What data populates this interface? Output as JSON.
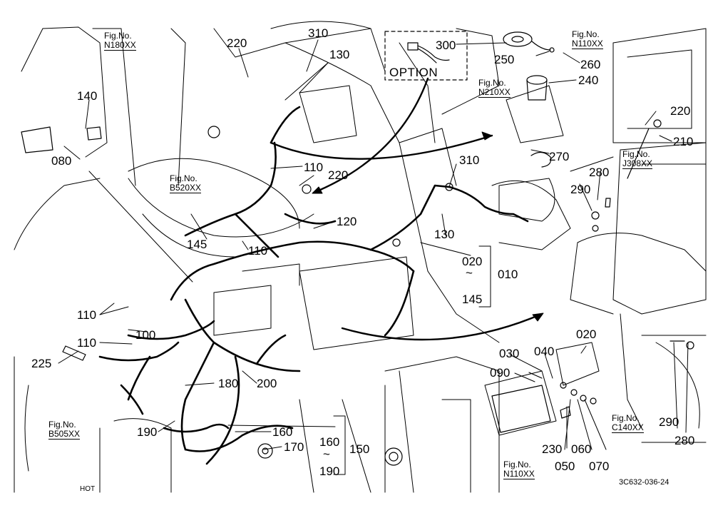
{
  "option_label": "OPTION",
  "drawing_code": "3C632-036-24",
  "hot_label": "HOT",
  "tilde": "~",
  "fig_prefix": "Fig.No.",
  "fig_refs": {
    "n180": "N180XX",
    "n110_top": "N110XX",
    "n210": "N210XX",
    "b520": "B520XX",
    "j308": "J308XX",
    "b505": "B505XX",
    "c140": "C140XX",
    "n110_bottom": "N110XX"
  },
  "part_labels": {
    "p310_top": "310",
    "p220_top": "220",
    "p130_top": "130",
    "p300": "300",
    "p250": "250",
    "p260": "260",
    "p240": "240",
    "p140": "140",
    "p080": "080",
    "p110_a": "110",
    "p220_mid": "220",
    "p310_mid": "310",
    "p120": "120",
    "p130_mid": "130",
    "p145": "145",
    "p110_b": "110",
    "p020_range": "020",
    "p145_range": "145",
    "p010": "010",
    "p110_c": "110",
    "p110_d": "110",
    "p100": "100",
    "p225": "225",
    "p180": "180",
    "p200": "200",
    "p190": "190",
    "p160": "160",
    "p170": "170",
    "p160_range": "160",
    "p190_range": "190",
    "p150": "150",
    "p220_right": "220",
    "p210": "210",
    "p280_top": "280",
    "p290_top": "290",
    "p270": "270",
    "p020": "020",
    "p030": "030",
    "p040": "040",
    "p090": "090",
    "p230": "230",
    "p050": "050",
    "p060": "060",
    "p070": "070",
    "p290_bot": "290",
    "p280_bot": "280"
  }
}
